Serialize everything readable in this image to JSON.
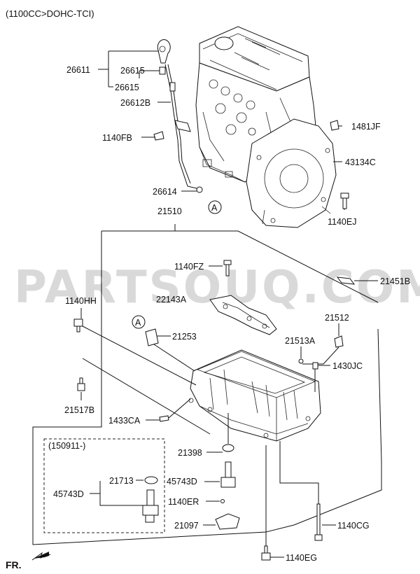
{
  "header": {
    "engine_label": "(1100CC>DOHC-TCI)"
  },
  "watermark": "PARTSOUQ.COM",
  "inset": {
    "date_label": "(150911-)"
  },
  "front_indicator": {
    "label": "FR."
  },
  "callouts": {
    "ref_a": "A"
  },
  "parts": {
    "p26611": "26611",
    "p26615_top": "26615",
    "p26615_bottom": "26615",
    "p26612B": "26612B",
    "p1140FB": "1140FB",
    "p26614": "26614",
    "p1481JF": "1481JF",
    "p43134C": "43134C",
    "p1140EJ": "1140EJ",
    "p21510": "21510",
    "p1140FZ": "1140FZ",
    "p21451B": "21451B",
    "p22143A": "22143A",
    "p1140HH": "1140HH",
    "p21253": "21253",
    "p21512": "21512",
    "p21513A": "21513A",
    "p1430JC": "1430JC",
    "p21517B": "21517B",
    "p1433CA": "1433CA",
    "p21398": "21398",
    "p21713": "21713",
    "p45743D_inset": "45743D",
    "p45743D": "45743D",
    "p1140ER": "1140ER",
    "p21097": "21097",
    "p1140CG": "1140CG",
    "p1140EG": "1140EG"
  }
}
